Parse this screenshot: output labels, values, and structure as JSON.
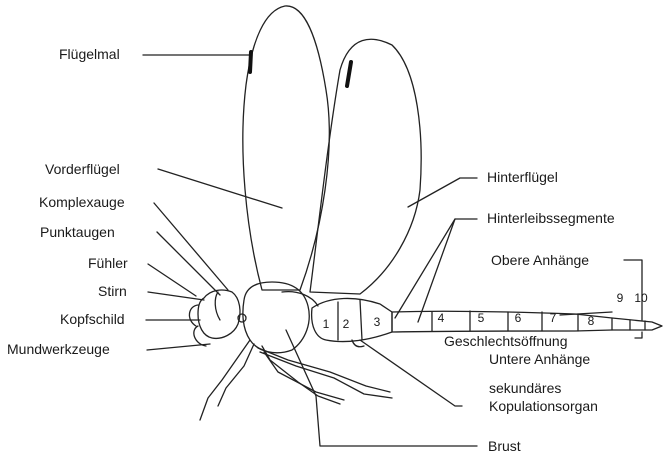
{
  "labels": {
    "fluegelmal": "Flügelmal",
    "vorderfluegel": "Vorderflügel",
    "komplexauge": "Komplexauge",
    "punktaugen": "Punktaugen",
    "fuehler": "Fühler",
    "stirn": "Stirn",
    "kopfschild": "Kopfschild",
    "mundwerkzeuge": "Mundwerkzeuge",
    "hinterfluegel": "Hinterflügel",
    "hinterleibssegmente": "Hinterleibssegmente",
    "obere_anhaenge": "Obere Anhänge",
    "geschlechtsoeffnung": "Geschlechtsöffnung",
    "untere_anhaenge": "Untere Anhänge",
    "sekundaeres": "sekundäres",
    "kopulationsorgan": "Kopulationsorgan",
    "brust": "Brust"
  },
  "segments": [
    "1",
    "2",
    "3",
    "4",
    "5",
    "6",
    "7",
    "8",
    "9",
    "10"
  ]
}
